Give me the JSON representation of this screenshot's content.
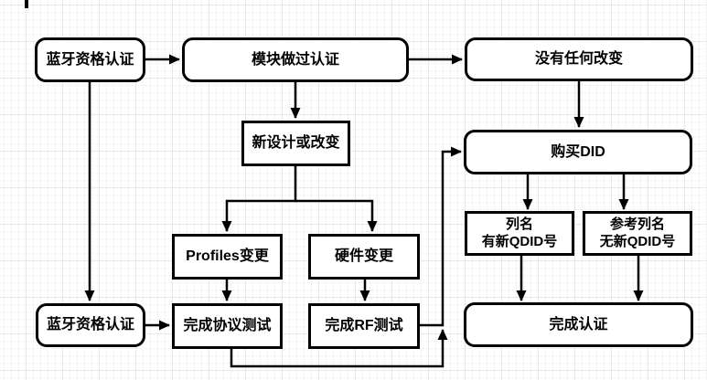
{
  "canvas": {
    "background_color": "#ffffff",
    "grid_minor_color": "#f4f4f4",
    "grid_major_color": "#e8e8e8"
  },
  "style": {
    "node_stroke_color": "#000000",
    "node_fill_color": "#ffffff",
    "text_color": "#000000",
    "edge_color": "#000000"
  },
  "nodes": {
    "bt_cert_top": {
      "label": "蓝牙资格认证",
      "shape": "rounded"
    },
    "module_certified": {
      "label": "模块做过认证",
      "shape": "rounded"
    },
    "no_change": {
      "label": "没有任何改变",
      "shape": "rounded"
    },
    "new_design": {
      "label": "新设计或改变",
      "shape": "rect"
    },
    "profiles_change": {
      "label": "Profiles变更",
      "shape": "rect"
    },
    "hardware_change": {
      "label": "硬件变更",
      "shape": "rect"
    },
    "protocol_test": {
      "label": "完成协议测试",
      "shape": "rect"
    },
    "rf_test": {
      "label": "完成RF测试",
      "shape": "rect"
    },
    "bt_cert_bottom": {
      "label": "蓝牙资格认证",
      "shape": "rounded"
    },
    "buy_did": {
      "label": "购买DID",
      "shape": "rounded"
    },
    "listed_new_qdid": {
      "label": "列名\n有新QDID号",
      "shape": "rect"
    },
    "ref_no_qdid": {
      "label": "参考列名\n无新QDID号",
      "shape": "rect"
    },
    "cert_complete": {
      "label": "完成认证",
      "shape": "rounded"
    }
  },
  "edges": [
    {
      "from": "bt_cert_top",
      "to": "module_certified"
    },
    {
      "from": "module_certified",
      "to": "no_change"
    },
    {
      "from": "module_certified",
      "to": "new_design"
    },
    {
      "from": "no_change",
      "to": "buy_did"
    },
    {
      "from": "bt_cert_top",
      "to": "bt_cert_bottom"
    },
    {
      "from": "bt_cert_bottom",
      "to": "protocol_test"
    },
    {
      "from": "new_design",
      "to": "profiles_change"
    },
    {
      "from": "new_design",
      "to": "hardware_change"
    },
    {
      "from": "profiles_change",
      "to": "protocol_test"
    },
    {
      "from": "hardware_change",
      "to": "rf_test"
    },
    {
      "from": "rf_test",
      "to": "buy_did"
    },
    {
      "from": "protocol_test",
      "to": "buy_did"
    },
    {
      "from": "buy_did",
      "to": "listed_new_qdid"
    },
    {
      "from": "buy_did",
      "to": "ref_no_qdid"
    },
    {
      "from": "listed_new_qdid",
      "to": "cert_complete"
    },
    {
      "from": "ref_no_qdid",
      "to": "cert_complete"
    }
  ]
}
